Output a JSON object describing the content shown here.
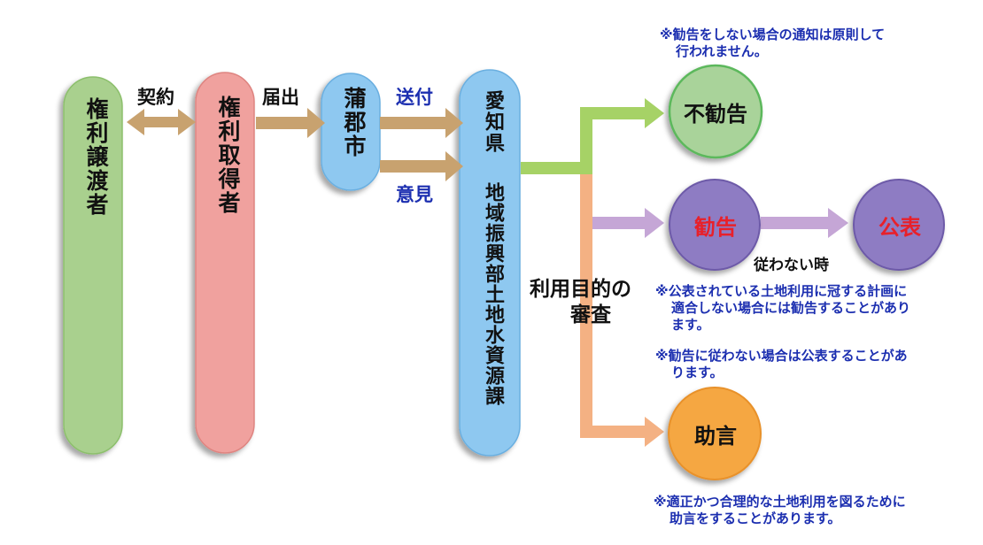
{
  "parties": {
    "transferor": "権利譲渡者",
    "acquirer": "権利取得者",
    "city": "蒲郡市",
    "prefecture_1": "愛知県",
    "prefecture_2": "地域振興部土地水資源課"
  },
  "flows": {
    "contract": "契約",
    "notification": "届出",
    "send": "送付",
    "opinion": "意見",
    "review_line1": "利用目的の",
    "review_line2": "審査",
    "not_follow": "従わない時"
  },
  "outcomes": {
    "no_recommendation": "不勧告",
    "recommendation": "勧告",
    "publication": "公表",
    "advice": "助言"
  },
  "notes": {
    "top_line1": "※勧告をしない場合の通知は原則して",
    "top_line2": "行われません。",
    "rec_line1": "※公表されている土地利用に冠する計画に",
    "rec_line2": "適合しない場合には勧告することがあり",
    "rec_line3": "ます。",
    "pub_line1": "※勧告に従わない場合は公表することがあ",
    "pub_line2": "ります。",
    "adv_line1": "※適正かつ合理的な土地利用を図るために",
    "adv_line2": "助言をすることがあります。"
  },
  "colors": {
    "transferor": "#a9d08e",
    "acquirer": "#f0a19e",
    "city": "#8ec8f0",
    "prefecture": "#8ec8f0",
    "no_rec_circle": "#a9d39a",
    "rec_circle": "#8e7cc3",
    "advice_circle": "#f5a742",
    "arrow_brown": "#c8a26f",
    "arrow_green": "#a6d266",
    "arrow_purple": "#c5a6d6",
    "arrow_orange": "#f4b183",
    "note_text": "#1c2fb0",
    "red_text": "#e8202a"
  }
}
